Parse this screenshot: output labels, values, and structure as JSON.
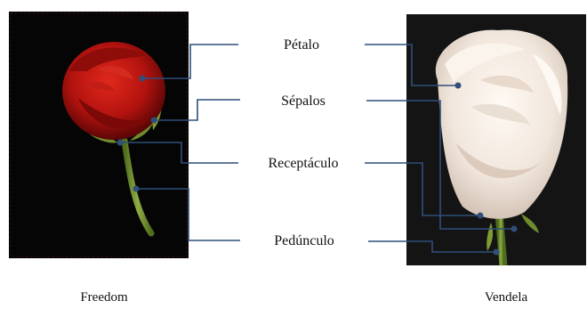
{
  "labels": {
    "petal": "Pétalo",
    "sepals": "Sépalos",
    "receptacle": "Receptáculo",
    "peduncle": "Pedúnculo"
  },
  "captions": {
    "left": "Freedom",
    "right": "Vendela"
  },
  "colors": {
    "leader_line": "#2f4f7a",
    "left_background": "#050505",
    "right_background": "#141414",
    "red_rose": "#b3130f",
    "white_rose": "#f1e6dc",
    "stem": "#6f8b2e"
  }
}
